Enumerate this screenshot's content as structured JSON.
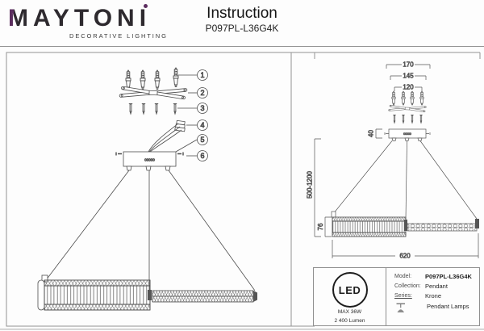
{
  "brand": {
    "name": "MAYTONI",
    "tagline": "DECORATIVE LIGHTING",
    "accent_color": "#5c2d5f",
    "text_color": "#2e2a2f"
  },
  "doc": {
    "title": "Instruction",
    "model": "P097PL-L36G4K"
  },
  "parts": [
    "1",
    "2",
    "3",
    "4",
    "5",
    "6"
  ],
  "left_diagram": {
    "canopy_label": "00000"
  },
  "right_diagram": {
    "dim_outer": "170",
    "dim_mid": "145",
    "dim_inner": "120",
    "dim_canopy_height": "40",
    "dim_drop": "500-1200",
    "dim_fixture_height": "76",
    "dim_fixture_width": "620",
    "canopy_label": "00000"
  },
  "spec": {
    "led_logo": "LED",
    "max_power": "MAX 36W",
    "luminous_flux": "2 400 Lumen",
    "model_label": "Model:",
    "model_value": "P097PL-L36G4K",
    "collection_label": "Collection:",
    "collection_value": "Pendant",
    "series_label": "Series:",
    "series_value": "Krone",
    "series_type": "Pendant Lamps"
  }
}
